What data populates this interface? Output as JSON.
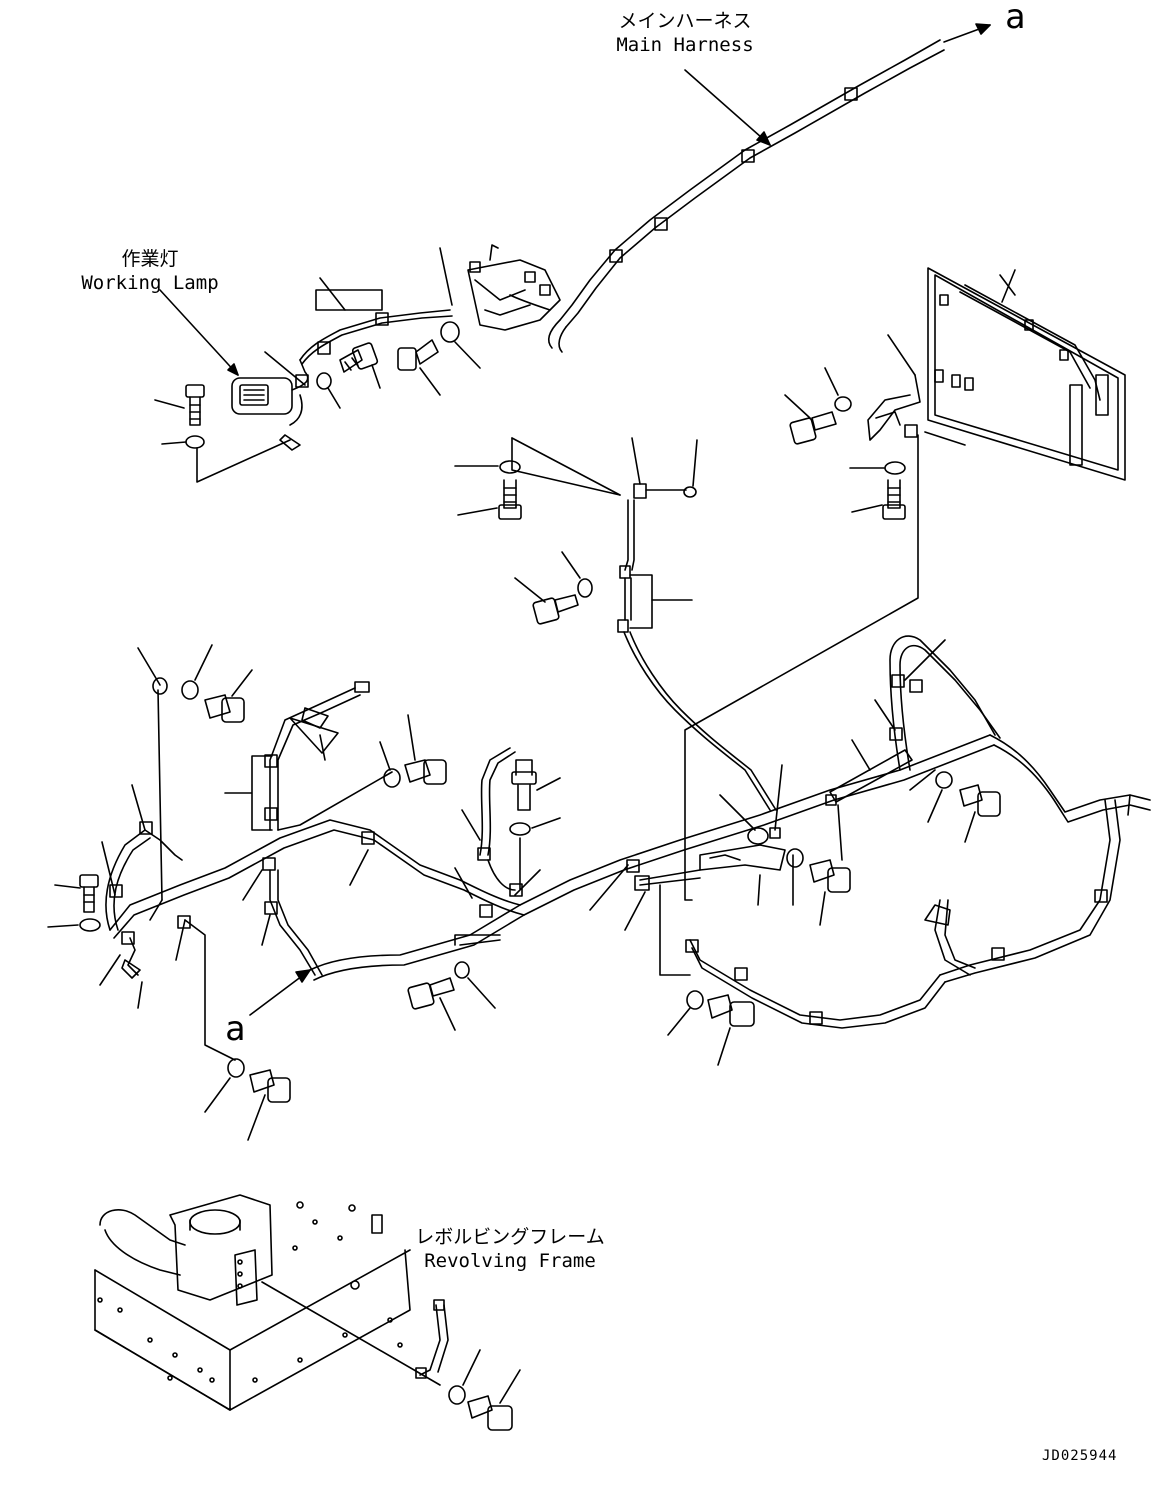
{
  "labels": {
    "main_harness": {
      "jp": "メインハーネス",
      "en": "Main Harness"
    },
    "working_lamp": {
      "jp": "作業灯",
      "en": "Working Lamp"
    },
    "revolving_frame": {
      "jp": "レボルビングフレーム",
      "en": "Revolving Frame"
    }
  },
  "ref_marks": {
    "top": "a",
    "bottom": "a"
  },
  "drawing_code": "JD025944",
  "colors": {
    "line": "#000000",
    "background": "#ffffff"
  }
}
